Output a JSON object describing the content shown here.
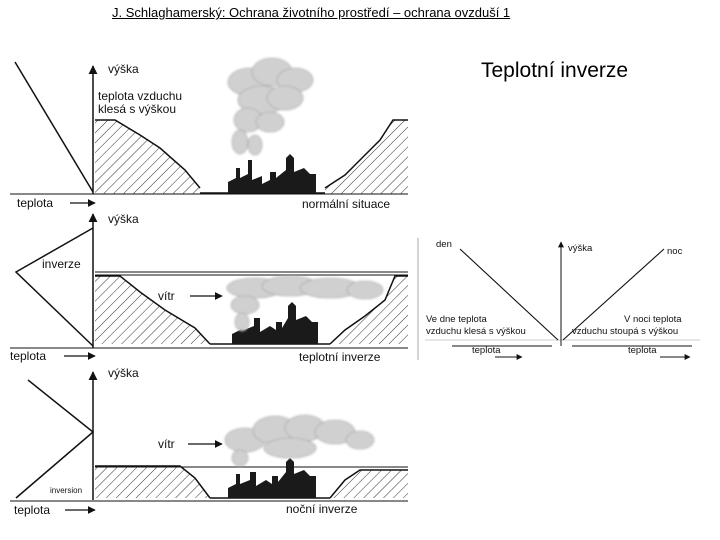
{
  "header": "J. Schlaghamerský: Ochrana životního prostředí – ochrana ovzduší 1",
  "title": "Teplotní inverze",
  "panel1": {
    "height_label": "výška",
    "lapse_note_line1": "teplota vzduchu",
    "lapse_note_line2": "klesá s výškou",
    "temp_label": "teplota",
    "caption": "normální situace"
  },
  "panel2": {
    "height_label": "výška",
    "inversion_label": "inverze",
    "wind_label": "vítr",
    "temp_label": "teplota",
    "caption": "teplotní inverze"
  },
  "panel3": {
    "height_label": "výška",
    "inversion_label": "inversion",
    "wind_label": "vítr",
    "temp_label": "teplota",
    "caption": "noční inverze"
  },
  "daynight": {
    "day_label": "den",
    "night_label": "noc",
    "height_label": "výška",
    "day_note_line1": "Ve dne teplota",
    "day_note_line2": "vzduchu klesá s výškou",
    "night_note_line1": "V noci teplota",
    "night_note_line2": "vzduchu stoupá s výškou",
    "temp_label_left": "teplota",
    "temp_label_right": "teplota"
  }
}
